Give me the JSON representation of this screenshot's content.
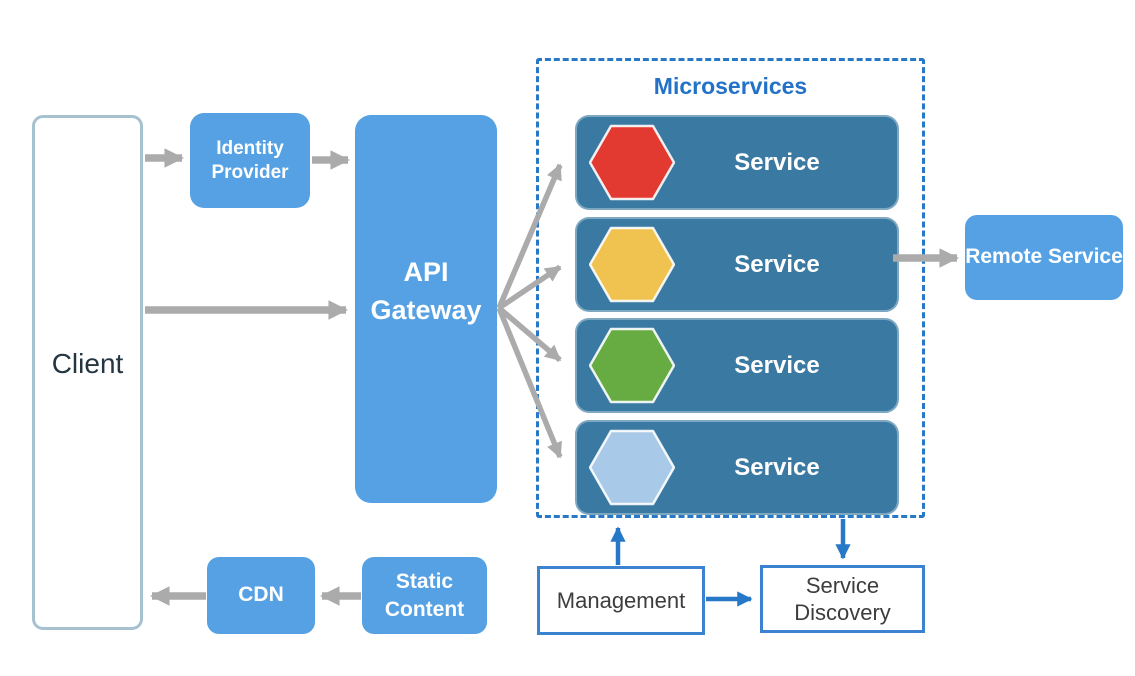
{
  "diagram": {
    "client": {
      "label": "Client"
    },
    "identity_provider": {
      "label": "Identity Provider"
    },
    "api_gateway": {
      "label": "API Gateway"
    },
    "microservices": {
      "title": "Microservices",
      "services": [
        {
          "label": "Service",
          "hex_color": "#E23A30"
        },
        {
          "label": "Service",
          "hex_color": "#F0C24F"
        },
        {
          "label": "Service",
          "hex_color": "#67AB43"
        },
        {
          "label": "Service",
          "hex_color": "#A9C9E8"
        }
      ]
    },
    "remote_service": {
      "label": "Remote Service"
    },
    "cdn": {
      "label": "CDN"
    },
    "static_content": {
      "label": "Static Content"
    },
    "management": {
      "label": "Management"
    },
    "service_discovery": {
      "label": "Service Discovery"
    }
  },
  "colors": {
    "node_blue": "#55A1E3",
    "service_bar": "#3A79A1",
    "arrow_gray": "#ABABAB",
    "arrow_blue": "#2878C8",
    "dashed_border": "#2878C8",
    "title_blue": "#2272C8",
    "client_border": "#A6C2D0",
    "client_text": "#243642",
    "plain_box_border": "#3B82D0",
    "plain_box_text": "#3D3D3D"
  }
}
